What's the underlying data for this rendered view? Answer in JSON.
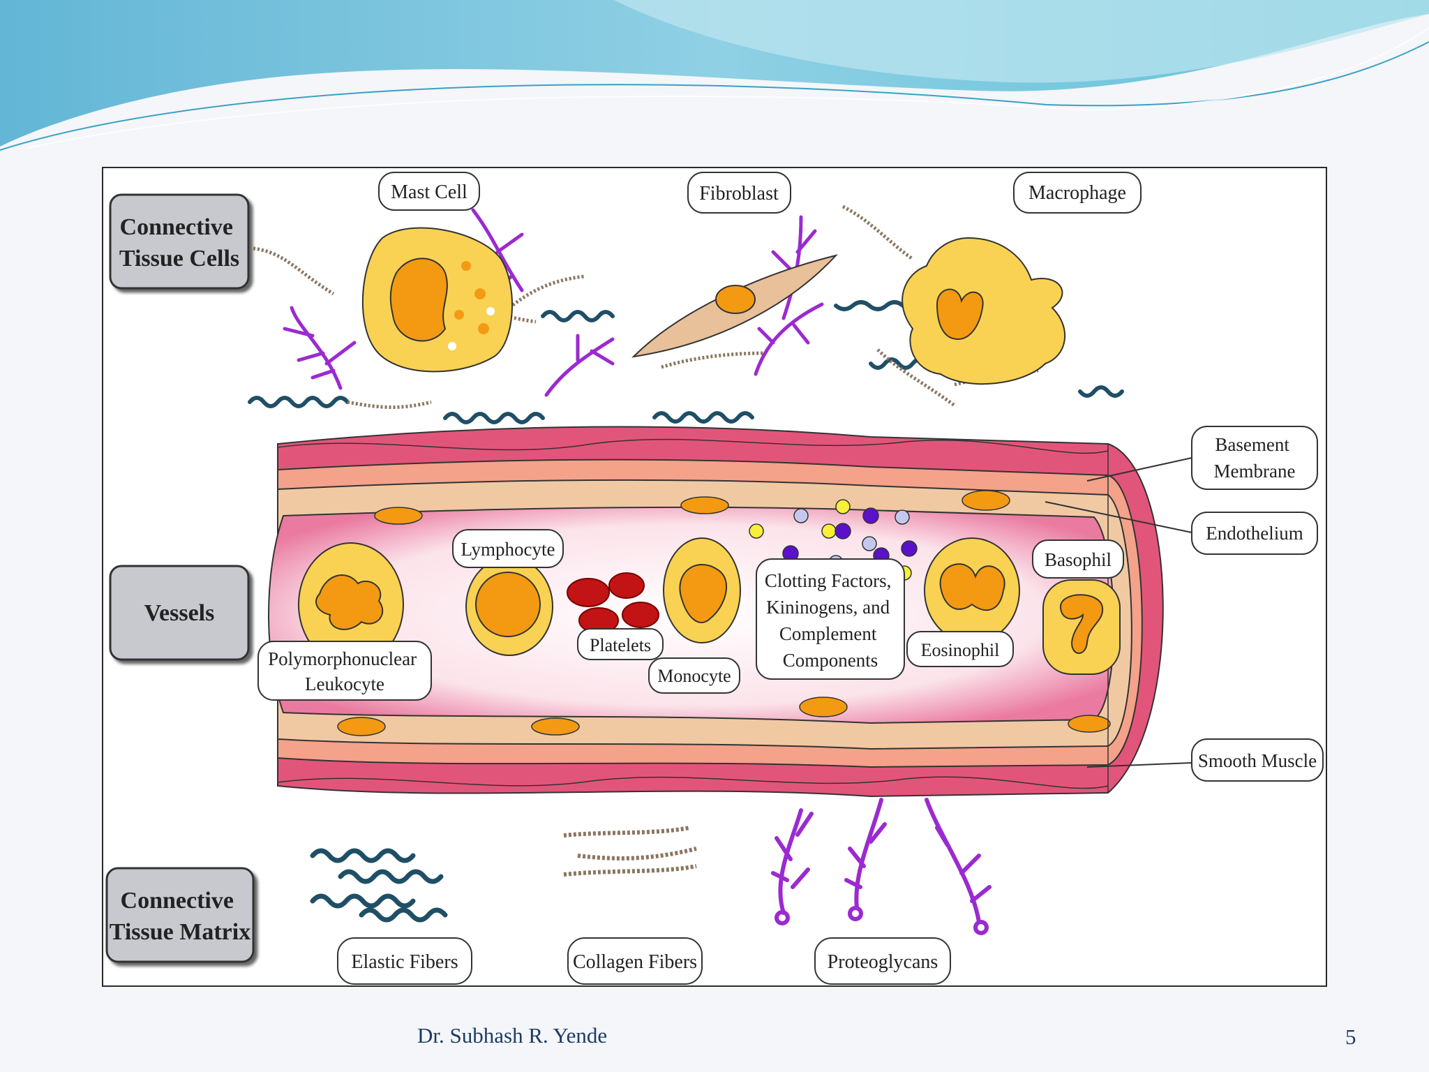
{
  "section_labels": {
    "cells": [
      "Connective",
      "Tissue Cells"
    ],
    "vessels": [
      "Vessels"
    ],
    "matrix": [
      "Connective",
      "Tissue Matrix"
    ]
  },
  "cell_labels": {
    "mast_cell": [
      "Mast Cell"
    ],
    "fibroblast": [
      "Fibroblast"
    ],
    "macrophage": [
      "Macrophage"
    ]
  },
  "vessel_labels": {
    "basement_membrane": [
      "Basement",
      "Membrane"
    ],
    "endothelium": [
      "Endothelium"
    ],
    "smooth_muscle": [
      "Smooth Muscle"
    ],
    "lymphocyte": [
      "Lymphocyte"
    ],
    "basophil": [
      "Basophil"
    ],
    "platelets": [
      "Platelets"
    ],
    "monocyte": [
      "Monocyte"
    ],
    "eosinophil": [
      "Eosinophil"
    ],
    "pmn": [
      "Polymorphonuclear",
      "Leukocyte"
    ],
    "clotting": [
      "Clotting Factors,",
      "Kininogens, and",
      "Complement",
      "Components"
    ]
  },
  "matrix_labels": {
    "elastic": [
      "Elastic Fibers"
    ],
    "collagen": [
      "Collagen Fibers"
    ],
    "proteoglycans": [
      "Proteoglycans"
    ]
  },
  "footer": {
    "author": "Dr. Subhash R. Yende",
    "page_number": "5"
  },
  "colors": {
    "header_wave": "#7cc5dc",
    "vessel_wall": "#e2557a",
    "endothelium": "#f0c9a3",
    "cell_body": "#f9d253",
    "nucleus": "#f39a12",
    "proteoglycan": "#9b2ad0",
    "elastic_fiber": "#1f4f66",
    "collagen_fiber": "#8a7660",
    "rbc": "#c21414"
  }
}
